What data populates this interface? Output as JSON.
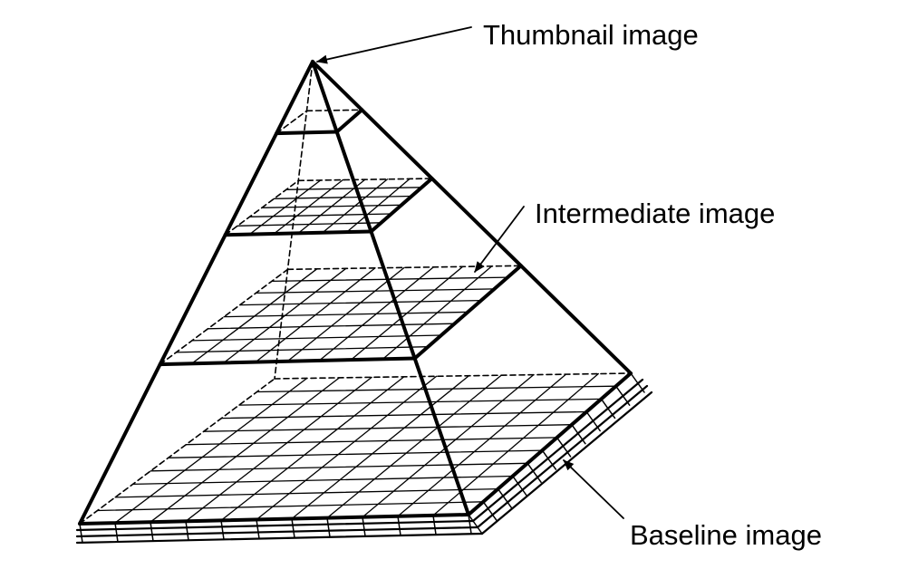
{
  "labels": {
    "thumbnail": "Thumbnail image",
    "intermediate": "Intermediate image",
    "baseline": "Baseline image"
  },
  "colors": {
    "stroke": "#000000",
    "background": "#ffffff"
  }
}
